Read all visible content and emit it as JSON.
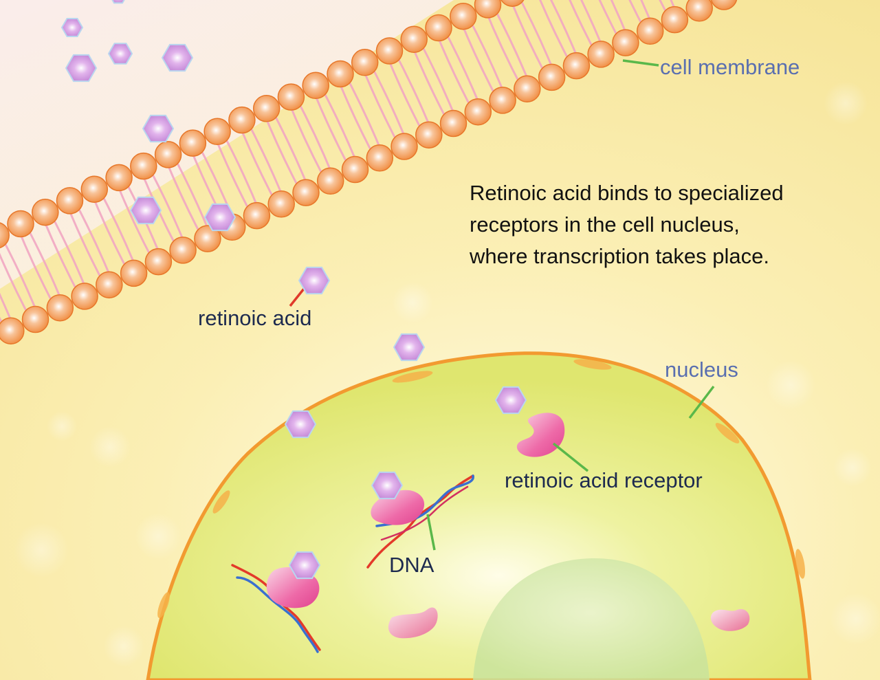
{
  "labels": {
    "cell_membrane": "cell membrane",
    "retinoic_acid": "retinoic acid",
    "nucleus": "nucleus",
    "retinoic_acid_receptor": "retinoic acid receptor",
    "dna": "DNA"
  },
  "caption_lines": [
    "Retinoic acid binds to specialized",
    "receptors in the cell nucleus,",
    "where transcription takes place."
  ],
  "colors": {
    "label_blue": "#5a6fb0",
    "label_navy": "#1d2a4f",
    "pointer_green": "#5ab84a",
    "pointer_red": "#e03a2a",
    "membrane_head": "#f08a3c",
    "nucleus_fill": "#e2e87a",
    "nucleus_border": "#f29a30",
    "receptor_pink": "#e84f9a",
    "molecule_violet": "#c78ad8"
  }
}
